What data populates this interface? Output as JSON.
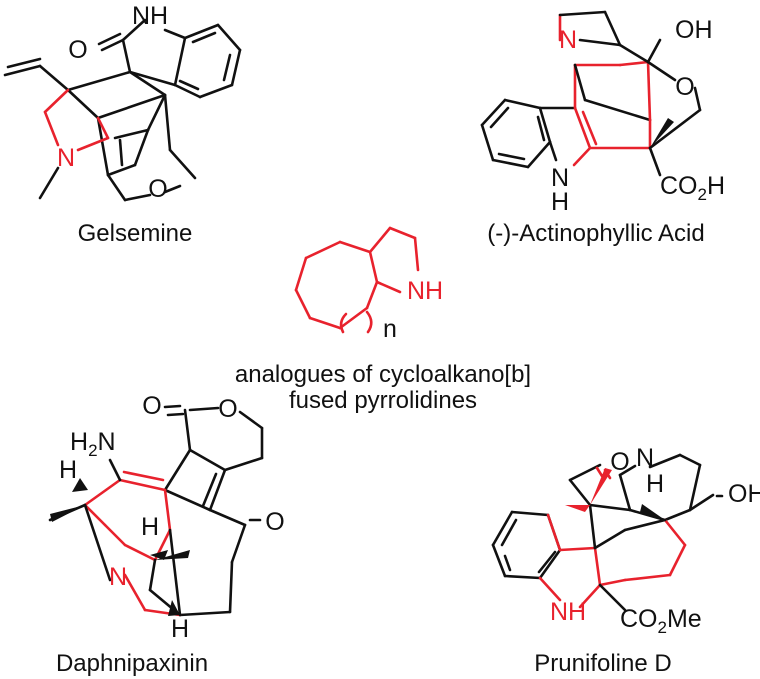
{
  "compounds": [
    {
      "name": "Gelsemine"
    },
    {
      "name": "(-)-Actinophyllic Acid"
    },
    {
      "name": "Daphnipaxinin"
    },
    {
      "name": "Prunifoline D"
    }
  ],
  "center": {
    "line1": "analogues of cycloalkano[b]",
    "line2": "fused pyrrolidines",
    "ring_label": "n"
  },
  "atoms": {
    "NH": "NH",
    "H": "H",
    "O": "O",
    "N": "N",
    "OH": "OH",
    "CO2H_main": "CO",
    "CO2H_sub": "2",
    "CO2H_tail": "H",
    "CO2Me_main": "CO",
    "CO2Me_sub": "2",
    "CO2Me_tail": "Me",
    "H2N_main": "H",
    "H2N_sub": "2",
    "H2N_tail": "N"
  },
  "colors": {
    "highlight": "#e8222d",
    "bond": "#111111"
  }
}
